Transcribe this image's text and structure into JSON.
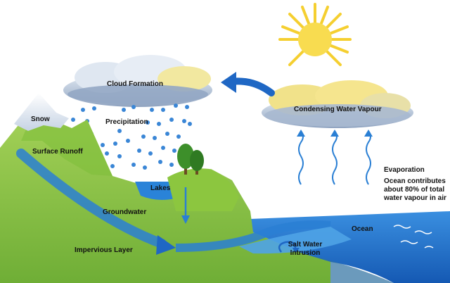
{
  "labels": {
    "cloud_formation": "Cloud Formation",
    "condensing_water_vapour": "Condensing Water Vapour",
    "snow": "Snow",
    "precipitation": "Precipitation",
    "surface_runoff": "Surface Runoff",
    "lakes": "Lakes",
    "groundwater": "Groundwater",
    "ocean": "Ocean",
    "impervious_layer": "Impervious Layer",
    "salt_water_intrusion_line1": "Salt Water",
    "salt_water_intrusion_line2": "Intrusion",
    "evaporation": "Evaporation",
    "evaporation_note_line1": "Ocean contributes",
    "evaporation_note_line2": "about 80% of total",
    "evaporation_note_line3": "water vapour in air"
  },
  "colors": {
    "sky_background": "#ffffff",
    "land_green": "#8cc63f",
    "land_dark_green": "#5f9a2a",
    "water_blue": "#2a7fd4",
    "ocean_blue": "#1e6fc8",
    "arrow_blue": "#1f67c4",
    "sun_yellow": "#f7d23c",
    "cloud_grey": "#a9b7cc",
    "snow_white": "#eef3f8",
    "rain_blue": "#3a86d6"
  }
}
